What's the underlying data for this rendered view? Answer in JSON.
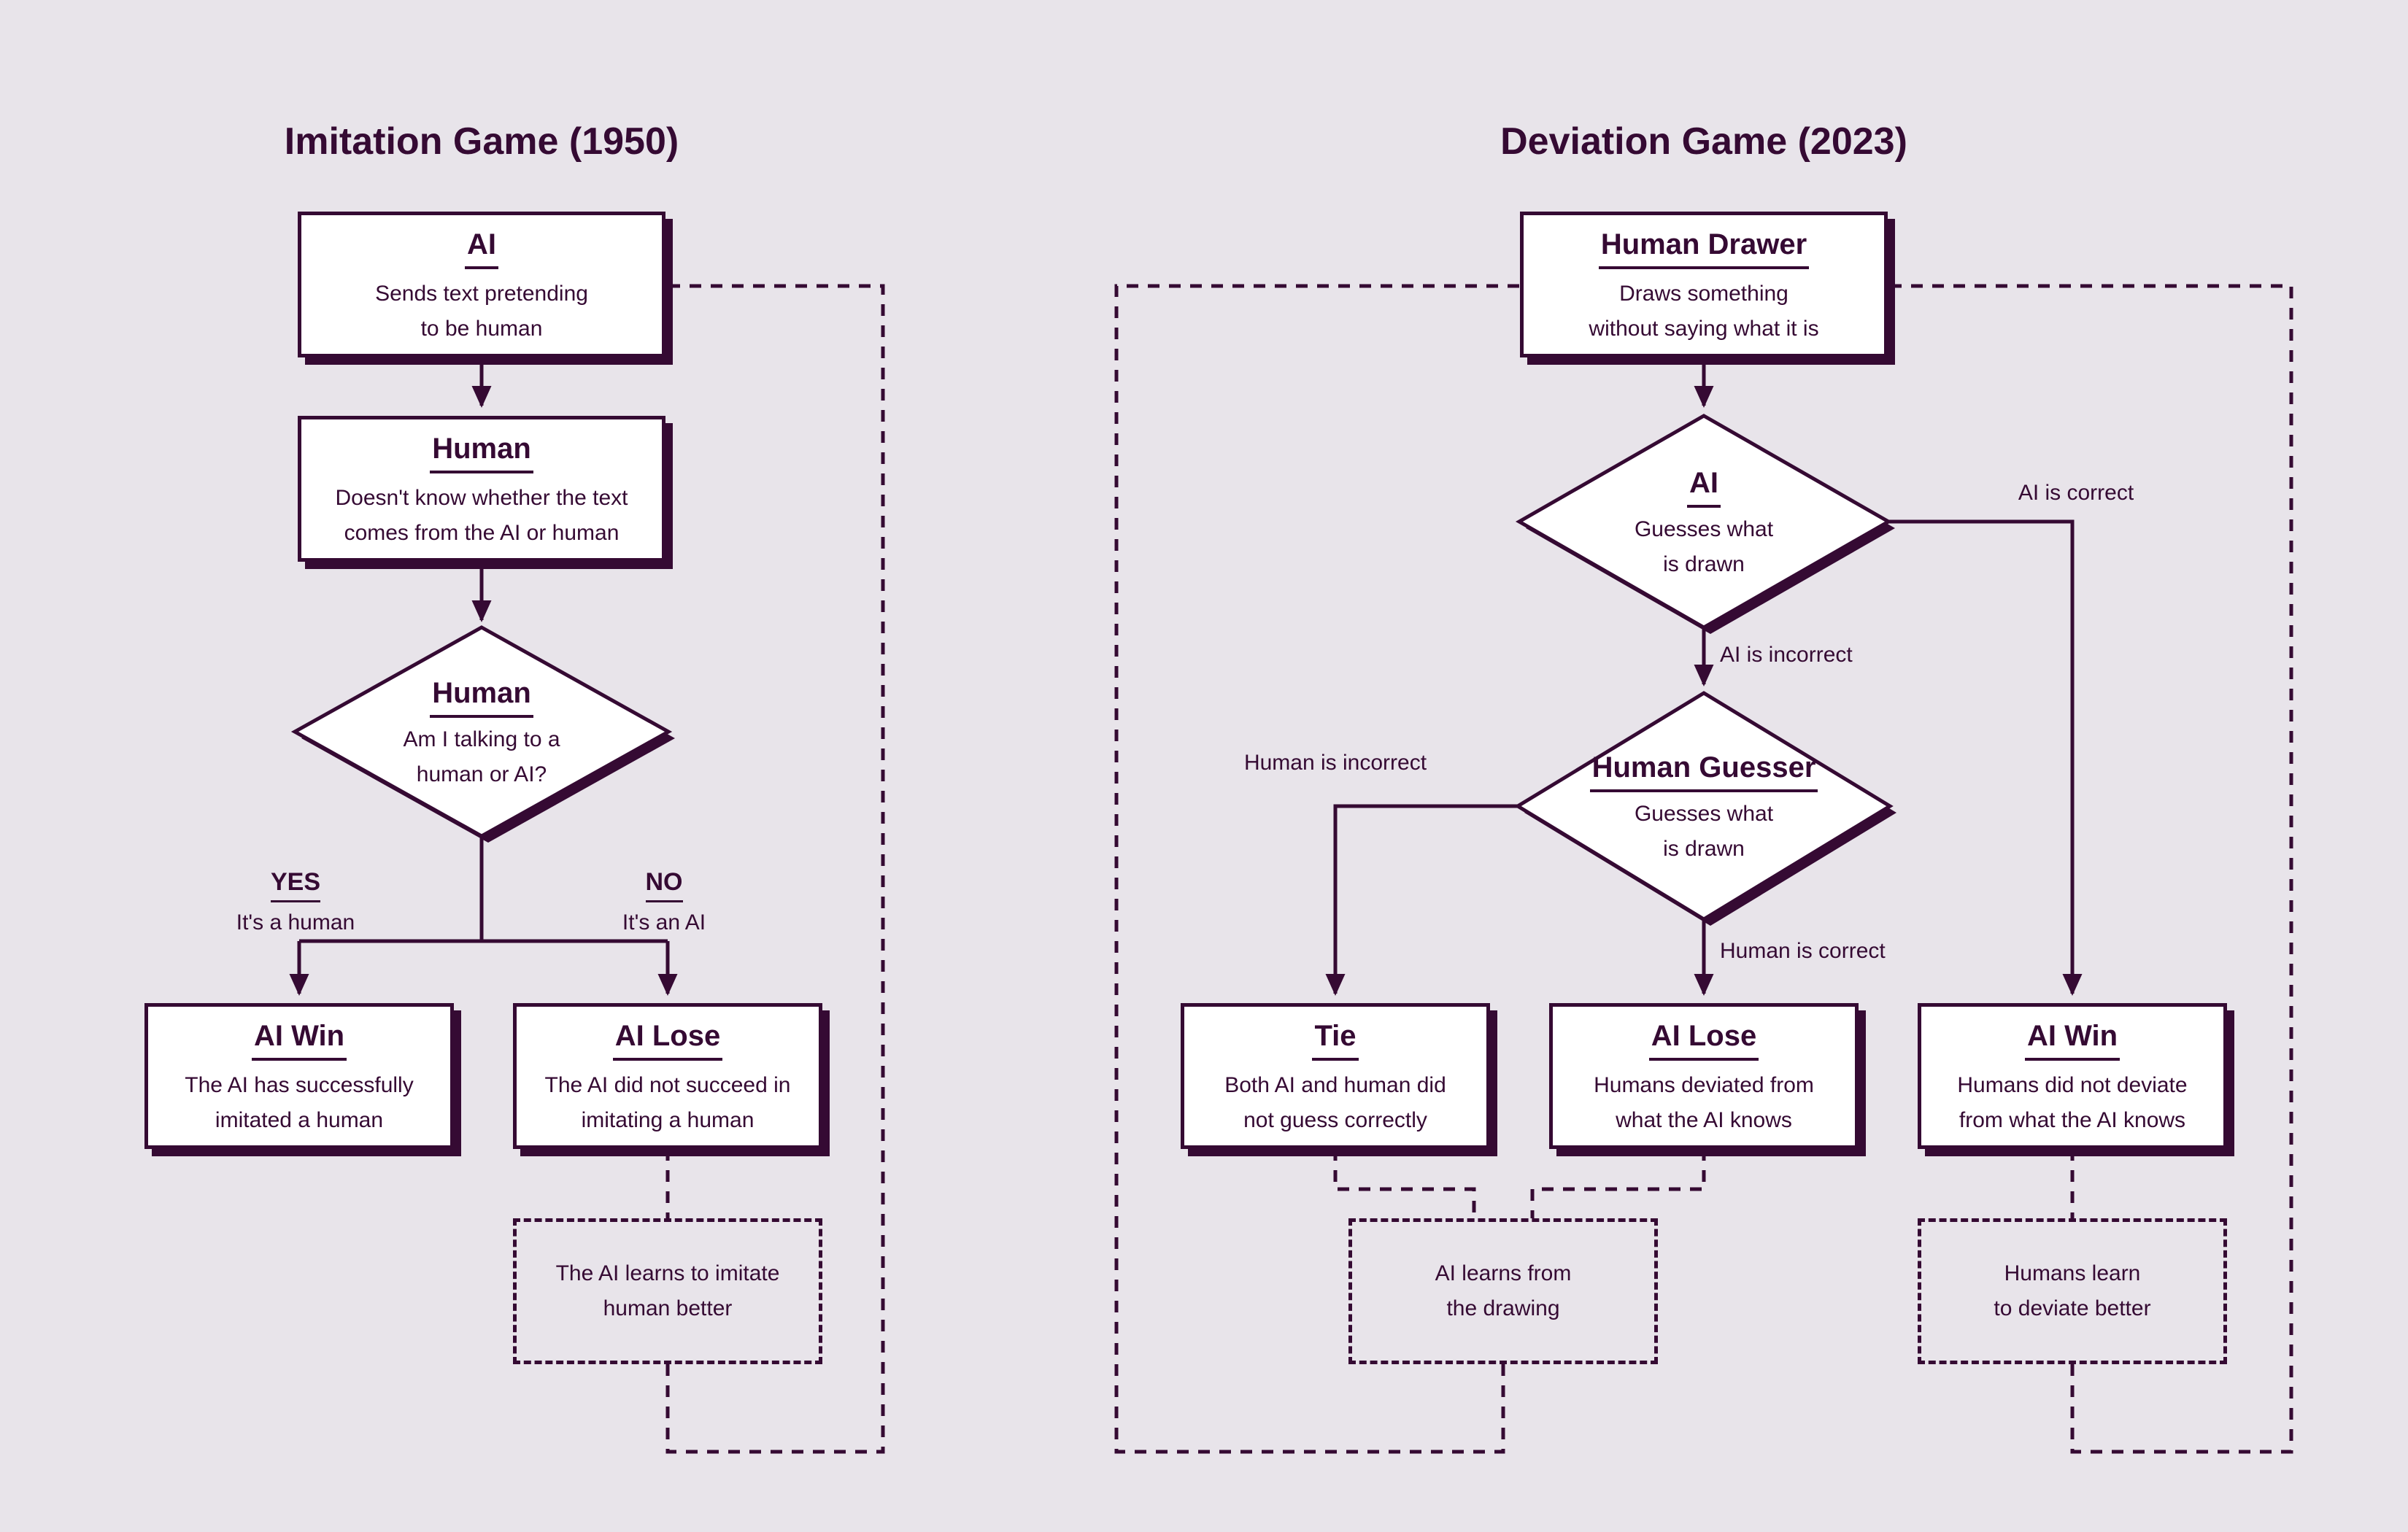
{
  "colors": {
    "background": "#e8e4ea",
    "ink": "#350a33",
    "node_fill": "#ffffff"
  },
  "left": {
    "title": "Imitation Game (1950)",
    "ai": {
      "heading": "AI",
      "lines": [
        "Sends text pretending",
        "to be human"
      ]
    },
    "human": {
      "heading": "Human",
      "lines": [
        "Doesn't know whether the text",
        "comes from the AI or human"
      ]
    },
    "decision": {
      "heading": "Human",
      "lines": [
        "Am I talking to a",
        "human or AI?"
      ]
    },
    "yes": {
      "label": "YES",
      "sub": "It's a human"
    },
    "no": {
      "label": "NO",
      "sub": "It's an AI"
    },
    "ai_win": {
      "heading": "AI Win",
      "lines": [
        "The AI has successfully",
        "imitated a human"
      ]
    },
    "ai_lose": {
      "heading": "AI Lose",
      "lines": [
        "The AI did not succeed in",
        "imitating a human"
      ]
    },
    "learn": {
      "lines": [
        "The AI learns to imitate",
        "human better"
      ]
    }
  },
  "right": {
    "title": "Deviation Game (2023)",
    "human_drawer": {
      "heading": "Human Drawer",
      "lines": [
        "Draws something",
        "without saying what it is"
      ]
    },
    "ai_guesser": {
      "heading": "AI",
      "lines": [
        "Guesses what",
        "is drawn"
      ]
    },
    "human_guesser": {
      "heading": "Human Guesser",
      "lines": [
        "Guesses what",
        "is drawn"
      ]
    },
    "labels": {
      "ai_correct": "AI is correct",
      "ai_incorrect": "AI is incorrect",
      "human_incorrect": "Human is incorrect",
      "human_correct": "Human is correct"
    },
    "tie": {
      "heading": "Tie",
      "lines": [
        "Both AI and human did",
        "not guess correctly"
      ]
    },
    "ai_lose": {
      "heading": "AI Lose",
      "lines": [
        "Humans deviated from",
        "what the AI knows"
      ]
    },
    "ai_win": {
      "heading": "AI Win",
      "lines": [
        "Humans did not deviate",
        "from what the AI knows"
      ]
    },
    "ai_learn": {
      "lines": [
        "AI learns from",
        "the drawing"
      ]
    },
    "humans_learn": {
      "lines": [
        "Humans learn",
        "to deviate better"
      ]
    }
  }
}
